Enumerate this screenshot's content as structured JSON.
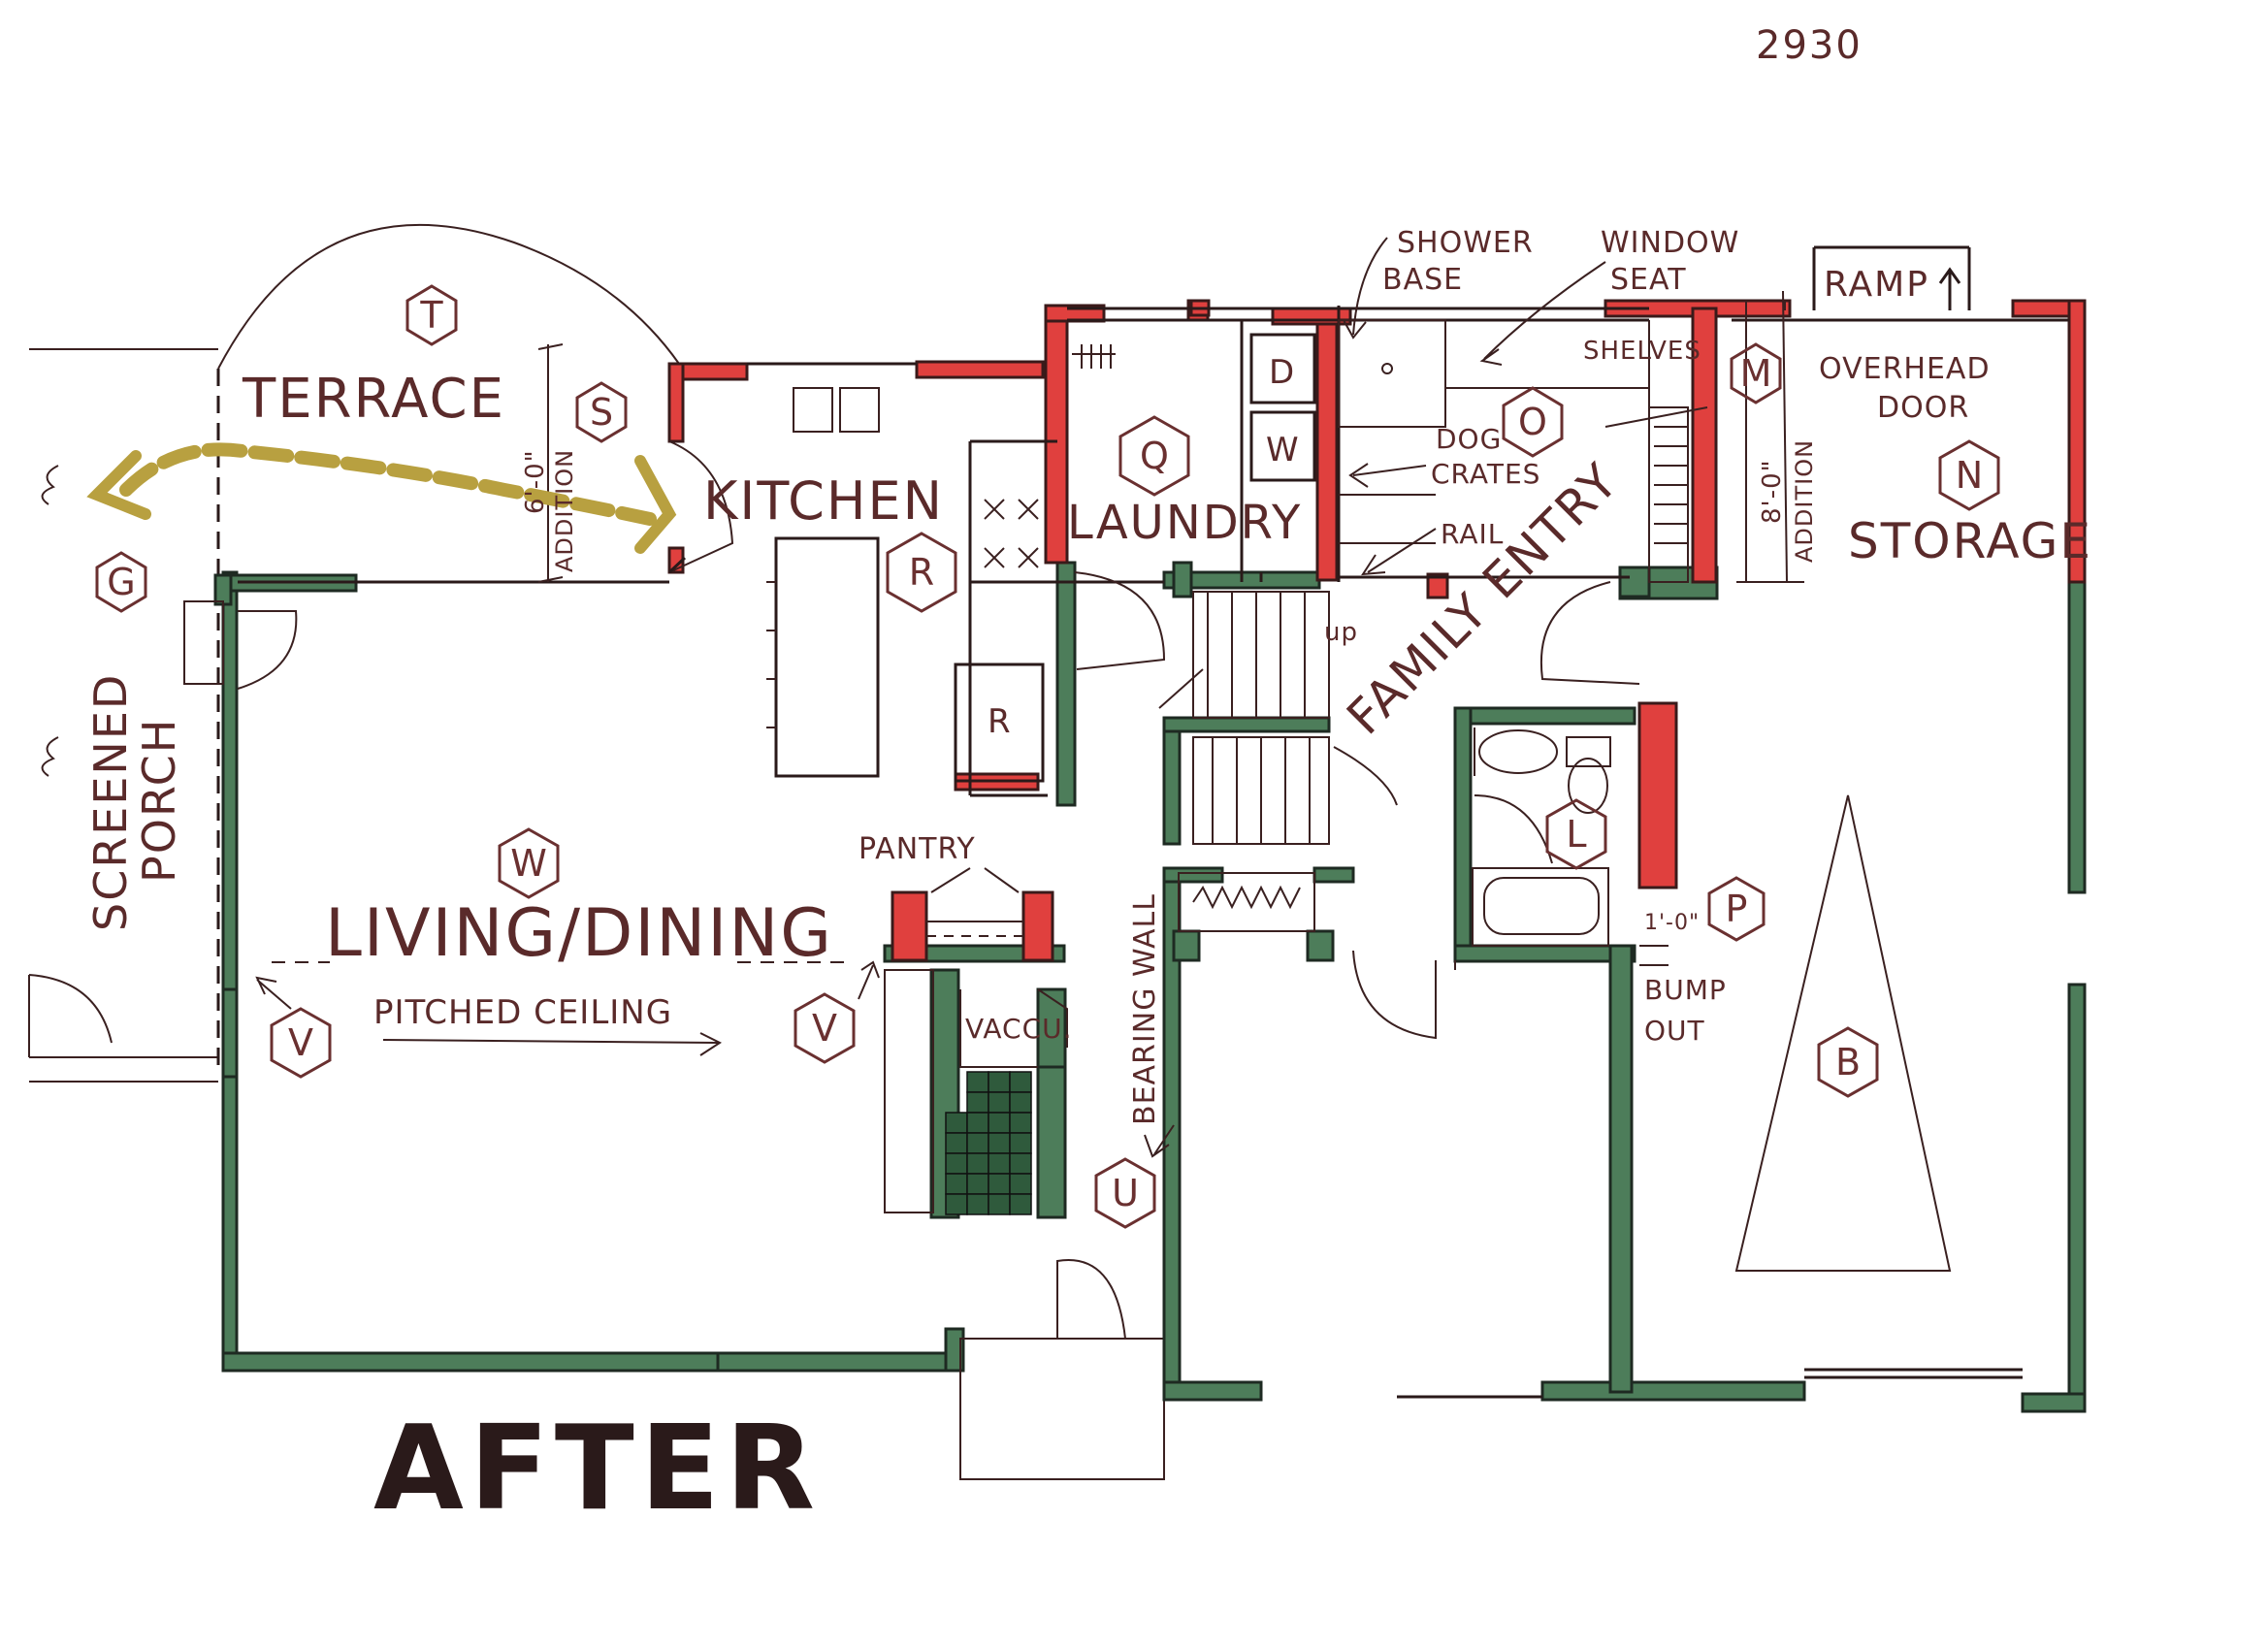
{
  "sheet_number": "2930",
  "title": "AFTER",
  "rooms": {
    "terrace": "TERRACE",
    "kitchen": "KITCHEN",
    "laundry": "LAUNDRY",
    "screened_porch_1": "SCREENED",
    "screened_porch_2": "PORCH",
    "living_dining": "LIVING/DINING",
    "pitched_ceiling": "PITCHED CEILING",
    "pantry": "PANTRY",
    "family_entry": "FAMILY ENTRY",
    "storage": "STORAGE",
    "vacuum": "VACCU.",
    "bearing_wall": "BEARING WALL"
  },
  "notes": {
    "shower_base_1": "SHOWER",
    "shower_base_2": "BASE",
    "window_seat_1": "WINDOW",
    "window_seat_2": "SEAT",
    "shelves": "SHELVES",
    "ramp": "RAMP",
    "overhead_door_1": "OVERHEAD",
    "overhead_door_2": "DOOR",
    "dog_crates_1": "DOG",
    "dog_crates_2": "CRATES",
    "rail": "RAIL",
    "addition_left": "ADDITION",
    "addition_right": "ADDITION",
    "dim_left": "6'-0\"",
    "dim_right": "8'-0\"",
    "bump_out_dim": "1'-0\"",
    "bump_out_1": "BUMP",
    "bump_out_2": "OUT",
    "up": "up",
    "appliance_d": "D",
    "appliance_w": "W",
    "appliance_r": "R"
  },
  "hex_tags": {
    "T": "T",
    "S": "S",
    "G": "G",
    "Q": "Q",
    "O": "O",
    "M": "M",
    "N": "N",
    "R": "R",
    "W": "W",
    "V": "V",
    "L": "L",
    "P": "P",
    "U": "U",
    "B": "B"
  },
  "colors": {
    "existing_wall": "#4d7d5a",
    "new_wall": "#e0403e",
    "ink": "#2a1a1a",
    "label": "#5a2a2a",
    "path": "#b8a040"
  }
}
